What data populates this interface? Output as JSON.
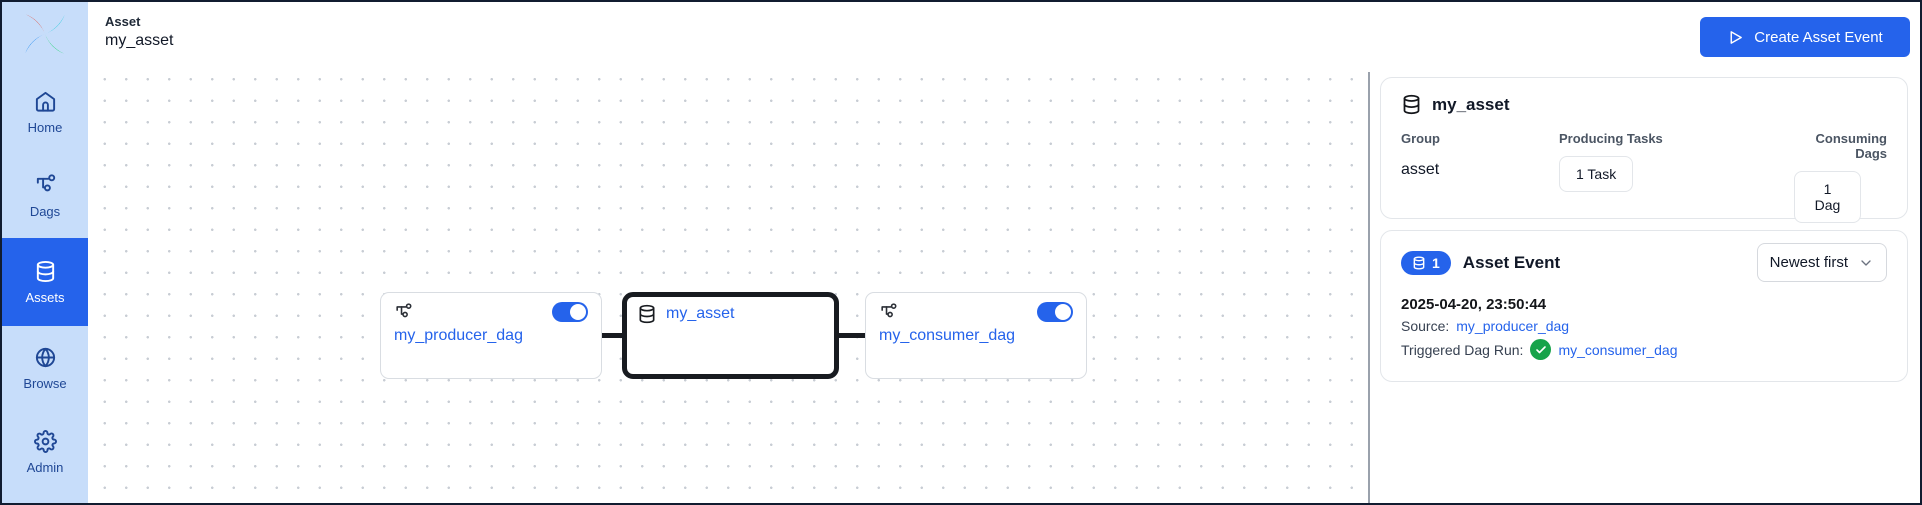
{
  "sidebar": {
    "items": [
      {
        "label": "Home",
        "icon": "home-icon",
        "selected": false
      },
      {
        "label": "Dags",
        "icon": "dag-icon",
        "selected": false
      },
      {
        "label": "Assets",
        "icon": "database-icon",
        "selected": true
      },
      {
        "label": "Browse",
        "icon": "globe-icon",
        "selected": false
      },
      {
        "label": "Admin",
        "icon": "gear-icon",
        "selected": false
      }
    ]
  },
  "header": {
    "breadcrumb": "Asset",
    "title": "my_asset",
    "create_button_label": "Create Asset Event"
  },
  "graph": {
    "nodes": [
      {
        "label": "my_producer_dag",
        "type": "dag",
        "toggle": "on"
      },
      {
        "label": "my_asset",
        "type": "asset",
        "highlighted": true
      },
      {
        "label": "my_consumer_dag",
        "type": "dag",
        "toggle": "on"
      }
    ],
    "edges": [
      {
        "from": "my_producer_dag",
        "to": "my_asset"
      },
      {
        "from": "my_asset",
        "to": "my_consumer_dag"
      }
    ]
  },
  "details_panel": {
    "asset_card": {
      "title": "my_asset",
      "group_label": "Group",
      "group_value": "asset",
      "producing_label": "Producing Tasks",
      "producing_value": "1 Task",
      "consuming_label": "Consuming Dags",
      "consuming_value": "1 Dag"
    },
    "events_card": {
      "count": "1",
      "title": "Asset Event",
      "sort_value": "Newest first",
      "events": [
        {
          "timestamp": "2025-04-20, 23:50:44",
          "source_label": "Source:",
          "source_link": "my_producer_dag",
          "triggered_label": "Triggered Dag Run:",
          "triggered_status": "success",
          "triggered_link": "my_consumer_dag"
        }
      ]
    }
  },
  "colors": {
    "accent_blue": "#2563eb",
    "sidebar_bg": "#c7ddfa",
    "sidebar_text": "#1f4795",
    "link_blue": "#2e6be5",
    "node_border_dark": "#181b20",
    "success_green": "#17a34a"
  }
}
